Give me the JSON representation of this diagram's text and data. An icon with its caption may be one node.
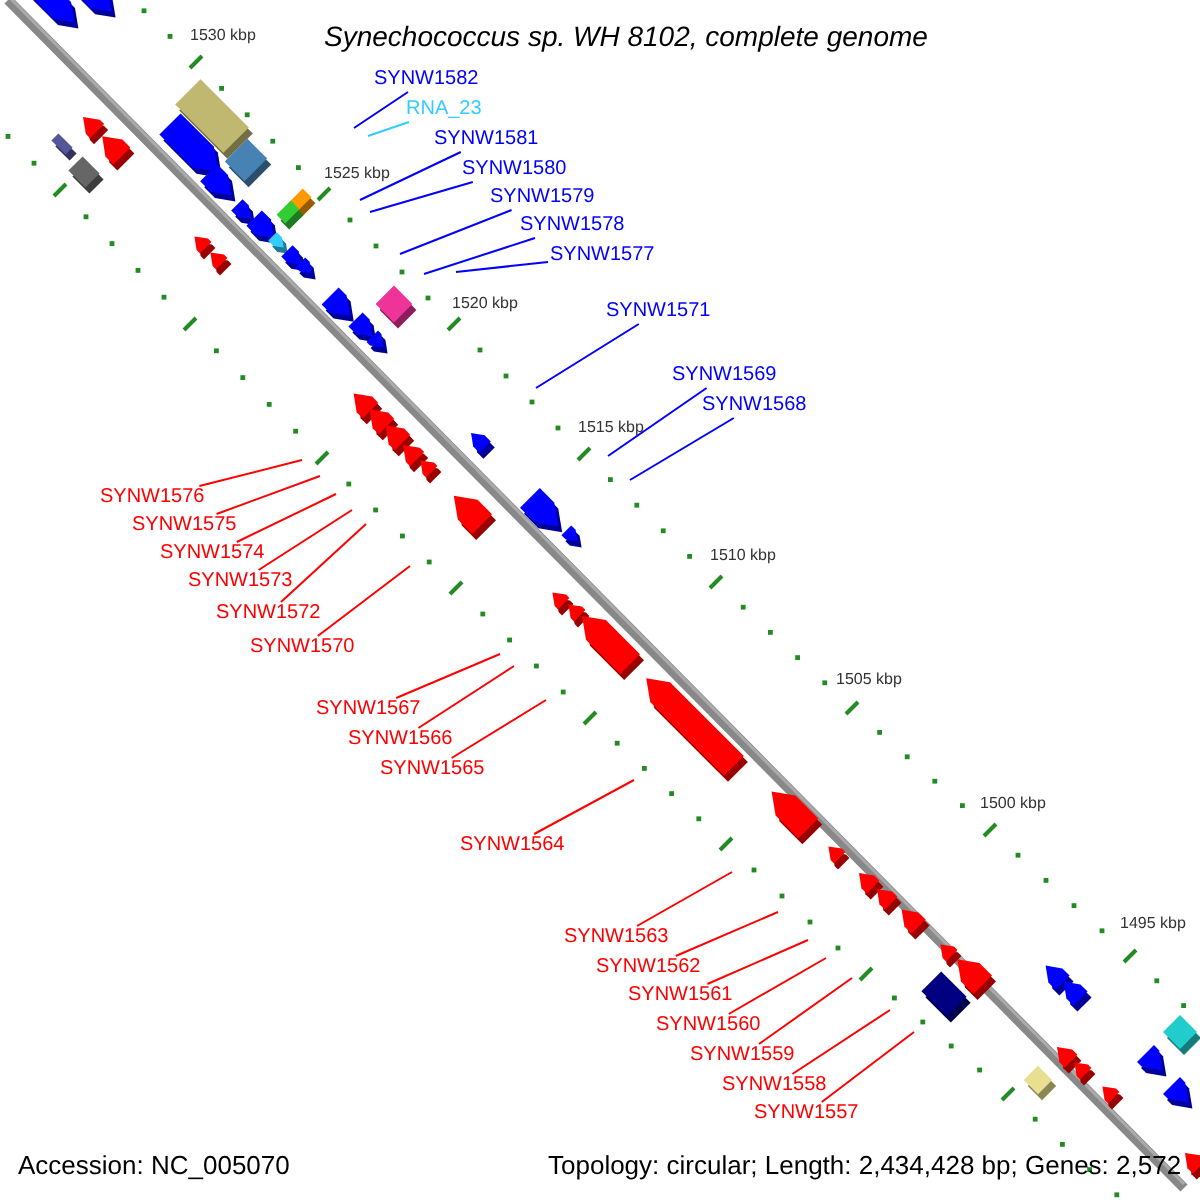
{
  "diagram": {
    "title": "Synechococcus sp. WH 8102, complete genome",
    "nodes": [
      {
        "text": [
          "SYNW1582"
        ]
      },
      {
        "text": [
          "RNA_23"
        ]
      },
      {
        "text": [
          "SYNW1581"
        ]
      },
      {
        "text": [
          "SYNW1580"
        ]
      },
      {
        "text": [
          "SYNW1579"
        ]
      },
      {
        "text": [
          "SYNW1578"
        ]
      },
      {
        "text": [
          "SYNW1577"
        ]
      },
      {
        "text": [
          "SYNW1571"
        ]
      },
      {
        "text": [
          "SYNW1569"
        ]
      },
      {
        "text": [
          "SYNW1568"
        ]
      },
      {
        "text": [
          "SYNW1576"
        ]
      },
      {
        "text": [
          "SYNW1575"
        ]
      },
      {
        "text": [
          "SYNW1574"
        ]
      },
      {
        "text": [
          "SYNW1573"
        ]
      },
      {
        "text": [
          "SYNW1572"
        ]
      },
      {
        "text": [
          "SYNW1570"
        ]
      },
      {
        "text": [
          "SYNW1567"
        ]
      },
      {
        "text": [
          "SYNW1566"
        ]
      },
      {
        "text": [
          "SYNW1565"
        ]
      },
      {
        "text": [
          "SYNW1564"
        ]
      },
      {
        "text": [
          "SYNW1563"
        ]
      },
      {
        "text": [
          "SYNW1562"
        ]
      },
      {
        "text": [
          "SYNW1561"
        ]
      },
      {
        "text": [
          "SYNW1560"
        ]
      },
      {
        "text": [
          "SYNW1559"
        ]
      },
      {
        "text": [
          "SYNW1558"
        ]
      },
      {
        "text": [
          "SYNW1557"
        ]
      }
    ],
    "edges": [
      {
        "from": 0,
        "to": null,
        "arrow": "none",
        "color": "#0000ff"
      },
      {
        "from": 1,
        "to": null,
        "arrow": "none",
        "color": "#33ccff"
      },
      {
        "from": 2,
        "to": null,
        "arrow": "none",
        "color": "#0000ff"
      },
      {
        "from": 3,
        "to": null,
        "arrow": "none",
        "color": "#0000ff"
      },
      {
        "from": 4,
        "to": null,
        "arrow": "none",
        "color": "#0000ff"
      },
      {
        "from": 5,
        "to": null,
        "arrow": "none",
        "color": "#0000ff"
      },
      {
        "from": 6,
        "to": null,
        "arrow": "none",
        "color": "#0000ff"
      },
      {
        "from": 7,
        "to": null,
        "arrow": "none",
        "color": "#0000ff"
      },
      {
        "from": 8,
        "to": null,
        "arrow": "none",
        "color": "#0000ff"
      },
      {
        "from": 9,
        "to": null,
        "arrow": "none",
        "color": "#0000ff"
      },
      {
        "from": 10,
        "to": null,
        "arrow": "none",
        "color": "#ff0000"
      },
      {
        "from": 11,
        "to": null,
        "arrow": "none",
        "color": "#ff0000"
      },
      {
        "from": 12,
        "to": null,
        "arrow": "none",
        "color": "#ff0000"
      },
      {
        "from": 13,
        "to": null,
        "arrow": "none",
        "color": "#ff0000"
      },
      {
        "from": 14,
        "to": null,
        "arrow": "none",
        "color": "#ff0000"
      },
      {
        "from": 15,
        "to": null,
        "arrow": "none",
        "color": "#ff0000"
      },
      {
        "from": 16,
        "to": null,
        "arrow": "none",
        "color": "#ff0000"
      },
      {
        "from": 17,
        "to": null,
        "arrow": "none",
        "color": "#ff0000"
      },
      {
        "from": 18,
        "to": null,
        "arrow": "none",
        "color": "#ff0000"
      },
      {
        "from": 19,
        "to": null,
        "arrow": "none",
        "color": "#ff0000"
      },
      {
        "from": 20,
        "to": null,
        "arrow": "none",
        "color": "#ff0000"
      },
      {
        "from": 21,
        "to": null,
        "arrow": "none",
        "color": "#ff0000"
      },
      {
        "from": 22,
        "to": null,
        "arrow": "none",
        "color": "#ff0000"
      },
      {
        "from": 23,
        "to": null,
        "arrow": "none",
        "color": "#ff0000"
      },
      {
        "from": 24,
        "to": null,
        "arrow": "none",
        "color": "#ff0000"
      },
      {
        "from": 25,
        "to": null,
        "arrow": "none",
        "color": "#ff0000"
      },
      {
        "from": 26,
        "to": null,
        "arrow": "none",
        "color": "#ff0000"
      }
    ],
    "labels": [
      "1530 kbp",
      "1525 kbp",
      "1520 kbp",
      "1515 kbp",
      "1510 kbp",
      "1505 kbp",
      "1500 kbp",
      "1495 kbp",
      "Accession: NC_005070",
      "Topology: circular; Length: 2,434,428 bp; Genes: 2,572"
    ]
  }
}
